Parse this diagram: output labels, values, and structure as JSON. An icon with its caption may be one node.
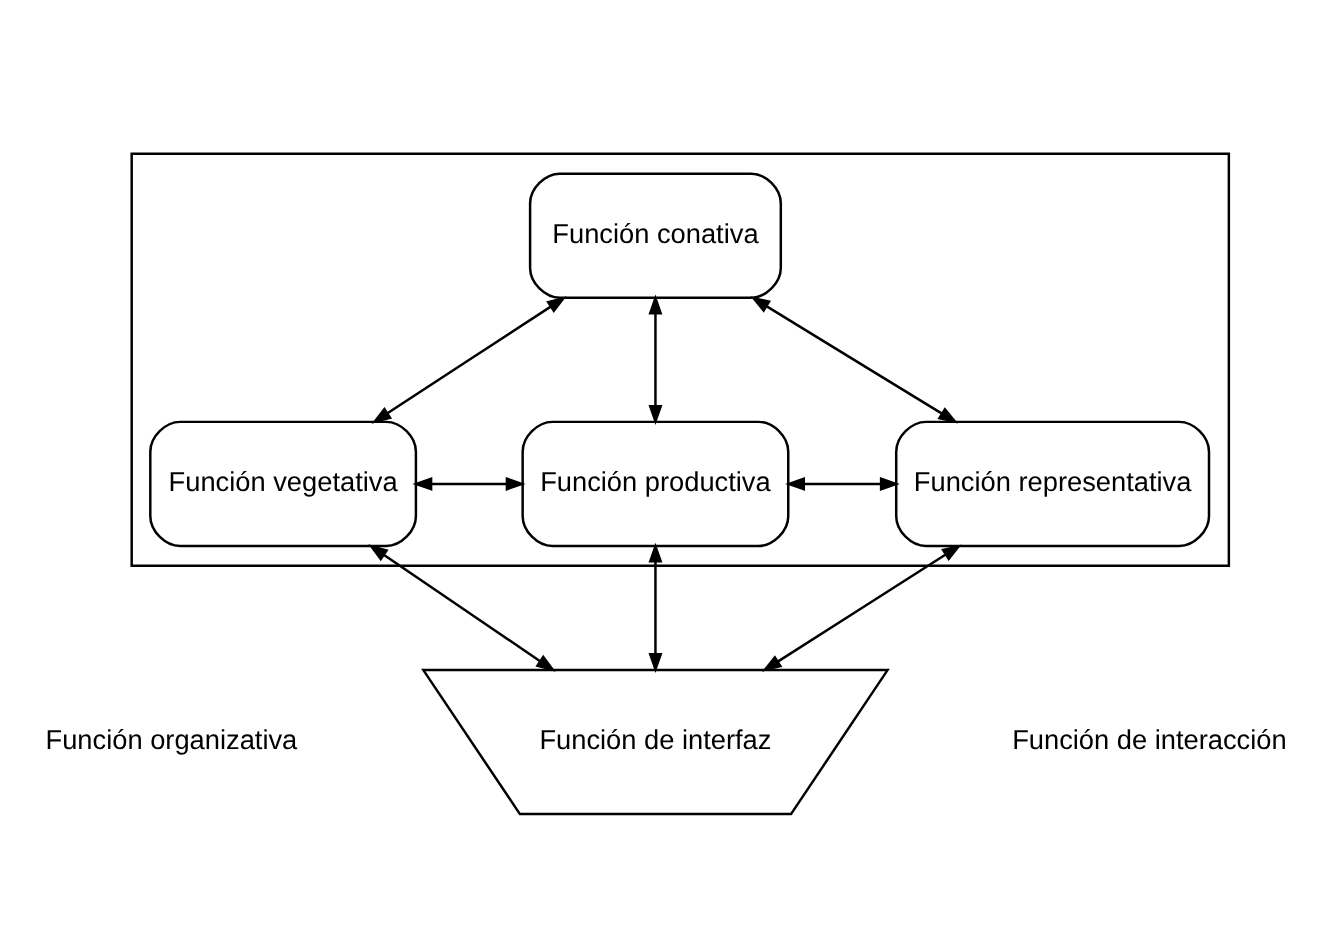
{
  "diagram": {
    "nodes": [
      {
        "text": [],
        "shape": "box"
      },
      {
        "text": [
          "Función conativa"
        ],
        "in": 0
      },
      {
        "text": [
          "Función vegetativa"
        ],
        "in": 0
      },
      {
        "text": [
          "Función productiva"
        ],
        "in": 0
      },
      {
        "text": [
          "Función representativa"
        ],
        "in": 0
      },
      {
        "text": [
          "Función de interfaz"
        ]
      }
    ],
    "edges": [
      {
        "from": 1,
        "to": 2,
        "arrow": "both"
      },
      {
        "from": 1,
        "to": 3,
        "arrow": "both"
      },
      {
        "from": 1,
        "to": 4,
        "arrow": "both"
      },
      {
        "from": 2,
        "to": 3,
        "arrow": "both"
      },
      {
        "from": 3,
        "to": 4,
        "arrow": "both"
      },
      {
        "from": 2,
        "to": 5,
        "arrow": "both"
      },
      {
        "from": 3,
        "to": 5,
        "arrow": "both"
      },
      {
        "from": 4,
        "to": 5,
        "arrow": "both"
      }
    ],
    "labels": [
      "Función organizativa",
      "Función de interacción"
    ]
  }
}
